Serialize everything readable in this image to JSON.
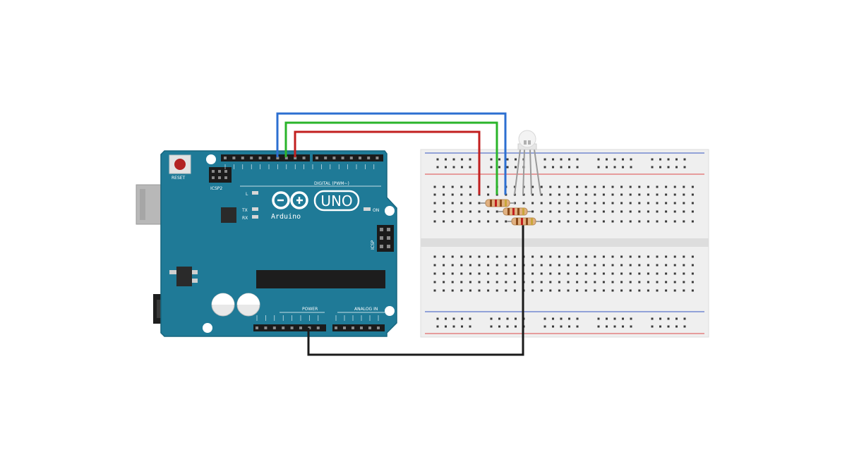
{
  "board": {
    "brand_logo": "Arduino",
    "model": "UNO",
    "reset_label": "RESET",
    "icsp_label": "ICSP2",
    "led_l": "L",
    "led_tx": "TX",
    "led_rx": "RX",
    "led_on": "ON",
    "digital_header": "DIGITAL (PWM~)",
    "power_label": "POWER",
    "analog_label": "ANALOG IN",
    "icsp_right": "ICSP"
  },
  "wires": [
    {
      "name": "blue",
      "color": "#2c6fd1"
    },
    {
      "name": "green",
      "color": "#2ab42a"
    },
    {
      "name": "red",
      "color": "#c21f1f"
    },
    {
      "name": "black",
      "color": "#1a1a1a"
    }
  ],
  "colors": {
    "board": "#1f7a97",
    "board_edge": "#16657e",
    "breadboard": "#efefef",
    "rail_red": "#e06a6a",
    "rail_blue": "#5b74c9",
    "resistor": "#e0b080"
  },
  "components": {
    "rgb_led": "rgb-led-icon",
    "resistors": 3
  }
}
